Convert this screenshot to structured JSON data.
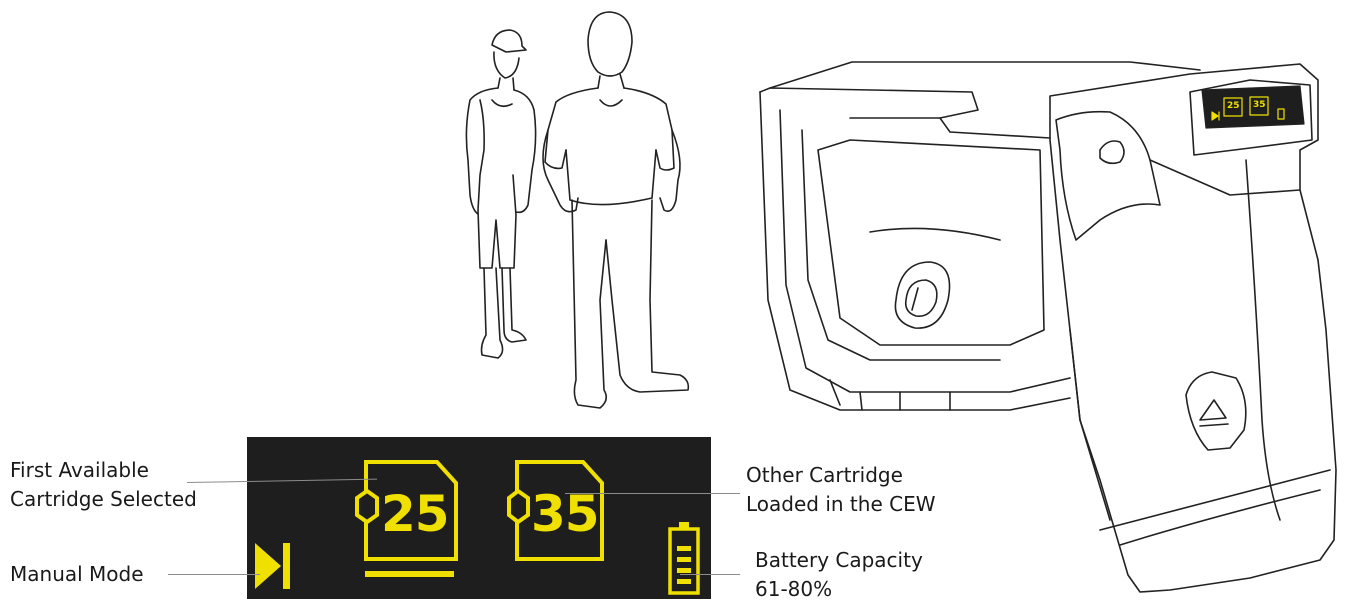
{
  "colors": {
    "display_bg": "#1e1e1e",
    "display_accent": "#f0e000",
    "line_art": "#222222",
    "leader_line": "#8c8c8c"
  },
  "callouts": {
    "first_cartridge": [
      "First Available",
      "Cartridge Selected"
    ],
    "manual_mode": [
      "Manual Mode"
    ],
    "other_cartridge": [
      "Other Cartridge",
      "Loaded in the CEW"
    ],
    "battery": [
      "Battery Capacity",
      "61-80%"
    ]
  },
  "display": {
    "cartridge_1": "25",
    "cartridge_2": "35",
    "mini_cartridge_1": "25",
    "mini_cartridge_2": "35",
    "battery_level": 0.8,
    "icons": [
      "manual-mode-icon",
      "cartridge-icon",
      "battery-icon"
    ]
  }
}
